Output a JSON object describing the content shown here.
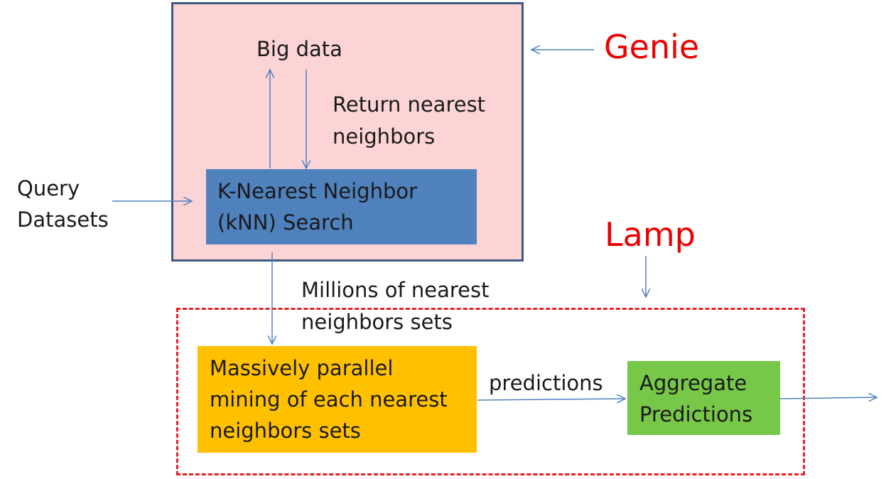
{
  "genie": {
    "label": "Genie"
  },
  "lamp": {
    "label": "Lamp"
  },
  "big_data": "Big data",
  "return_nearest": [
    "Return nearest",
    "neighbors"
  ],
  "query": [
    "Query",
    "Datasets"
  ],
  "knn": [
    "K-Nearest Neighbor",
    "(kNN) Search"
  ],
  "millions": [
    "Millions of nearest",
    "neighbors sets"
  ],
  "mining": [
    "Massively parallel",
    "mining of each nearest",
    "neighbors sets"
  ],
  "predictions": "predictions",
  "aggregate": [
    "Aggregate",
    "Predictions"
  ],
  "colors": {
    "genie_fill": "#fcd4d6",
    "genie_border": "#3e5a80",
    "knn_fill": "#4f81bd",
    "mining_fill": "#ffc000",
    "aggregate_fill": "#77c748",
    "lamp_border": "#e8202a",
    "label_red": "#ee0000",
    "arrow": "#4f81bd"
  }
}
